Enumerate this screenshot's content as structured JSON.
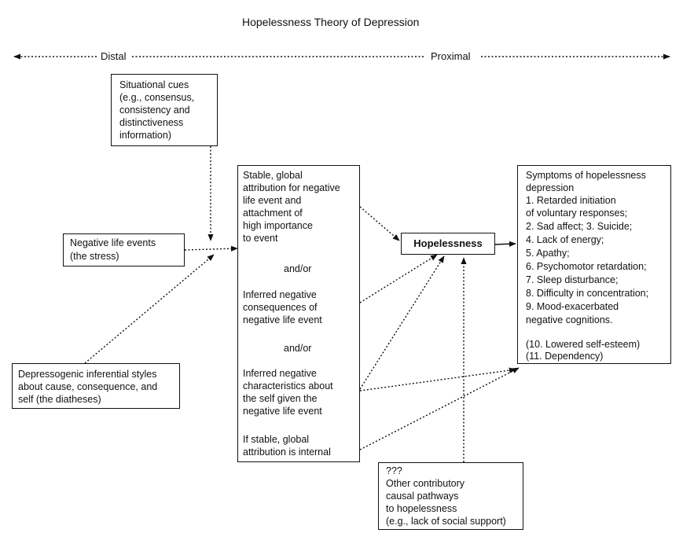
{
  "title": "Hopelessness Theory of Depression",
  "axis": {
    "distal": "Distal",
    "proximal": "Proximal"
  },
  "situational": {
    "lines": [
      "Situational cues",
      "(e.g., consensus,",
      "consistency and",
      "distinctiveness",
      "information)"
    ]
  },
  "negative_events": {
    "lines": [
      "Negative life events",
      "(the stress)"
    ]
  },
  "diatheses": {
    "lines": [
      "Depressogenic inferential styles",
      "about cause, consequence, and",
      "self (the diatheses)"
    ]
  },
  "inferences": {
    "block1": [
      "Stable, global",
      "attribution for negative",
      "life event and",
      "attachment of",
      "high importance",
      "to event"
    ],
    "andor1": "and/or",
    "block2": [
      "Inferred negative",
      "consequences of",
      "negative life event"
    ],
    "andor2": "and/or",
    "block3": [
      "Inferred negative",
      "characteristics about",
      "the self given the",
      "negative life event"
    ],
    "block4": [
      "If stable, global",
      "attribution is internal"
    ]
  },
  "hopelessness": {
    "label": "Hopelessness"
  },
  "symptoms": {
    "lines": [
      "Symptoms of hopelessness",
      "depression",
      "1. Retarded initiation",
      "of voluntary responses;",
      "2. Sad affect; 3. Suicide;",
      "4. Lack of energy;",
      "5. Apathy;",
      "6. Psychomotor retardation;",
      "7. Sleep disturbance;",
      "8. Difficulty in concentration;",
      "9. Mood-exacerbated",
      "negative cognitions."
    ],
    "extra": [
      "(10. Lowered self-esteem)",
      "(11. Dependency)"
    ]
  },
  "other": {
    "lines": [
      "???",
      "Other contributory",
      "causal pathways",
      "to hopelessness",
      "(e.g., lack of social support)"
    ]
  },
  "colors": {
    "ink": "#111111",
    "background": "#ffffff"
  }
}
